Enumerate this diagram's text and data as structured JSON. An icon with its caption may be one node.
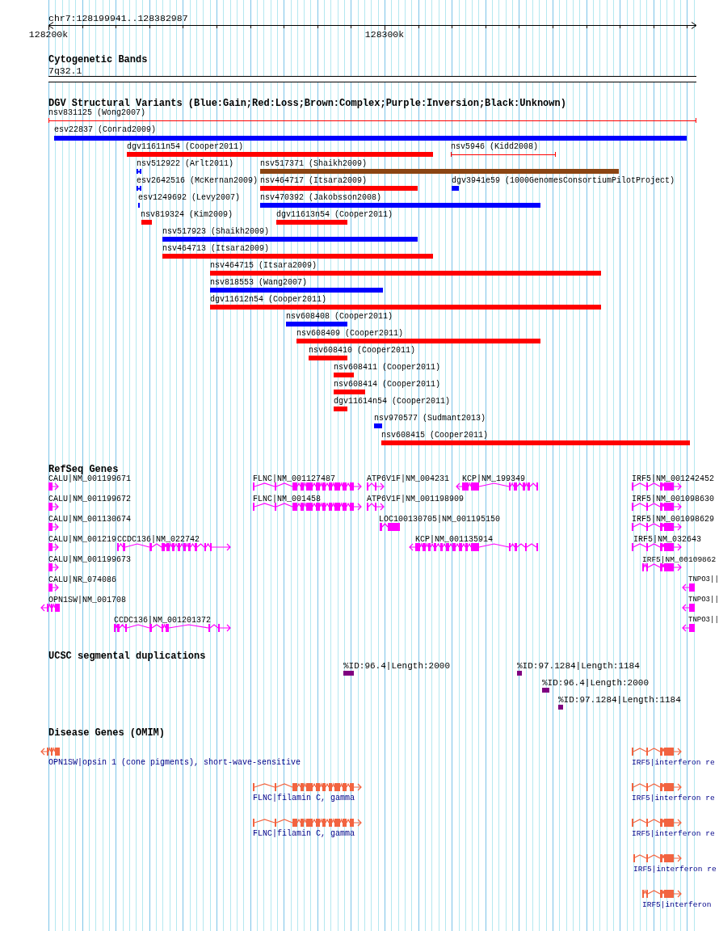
{
  "diagram": {
    "labels": [
      "chr7:128199941..128382987",
      "128200k",
      "128300k",
      "Cytogenetic Bands",
      "7q32.1",
      "DGV Structural Variants (Blue:Gain;Red:Loss;Brown:Complex;Purple:Inversion;Black:Unknown)",
      "nsv831125 (Wong2007)",
      "esv22837 (Conrad2009)",
      "dgv11611n54 (Cooper2011)",
      "nsv5946 (Kidd2008)",
      "nsv512922 (Arlt2011)",
      "nsv517371 (Shaikh2009)",
      "esv2642516 (McKernan2009)",
      "nsv464717 (Itsara2009)",
      "dgv3941e59 (1000GenomesConsortiumPilotProject)",
      "esv1249692 (Levy2007)",
      "nsv470392 (Jakobsson2008)",
      "nsv819324 (Kim2009)",
      "dgv11613n54 (Cooper2011)",
      "nsv517923 (Shaikh2009)",
      "nsv464713 (Itsara2009)",
      "nsv464715 (Itsara2009)",
      "nsv818553 (Wang2007)",
      "dgv11612n54 (Cooper2011)",
      "nsv608408 (Cooper2011)",
      "nsv608409 (Cooper2011)",
      "nsv608410 (Cooper2011)",
      "nsv608411 (Cooper2011)",
      "nsv608414 (Cooper2011)",
      "dgv11614n54 (Cooper2011)",
      "nsv970577 (Sudmant2013)",
      "nsv608415 (Cooper2011)",
      "RefSeq Genes",
      "CALU|NM_001199671",
      "FLNC|NM_001127487",
      "ATP6V1F|NM_004231",
      "KCP|NM_199349",
      "IRF5|NM_001242452",
      "CALU|NM_001199672",
      "FLNC|NM_001458",
      "ATP6V1F|NM_001198909",
      "IRF5|NM_001098630",
      "CALU|NM_001130674",
      "LOC100130705|NM_001195150",
      "IRF5|NM_001098629",
      "CALU|NM_001219",
      "CCDC136|NM_022742",
      "KCP|NM_001135914",
      "IRF5|NM_032643",
      "CALU|NM_001199673",
      "IRF5|NM_00109862",
      "CALU|NR_074086",
      "TNPO3||",
      "OPN1SW|NM_001708",
      "TNPO3||",
      "CCDC136|NM_001201372",
      "TNPO3||",
      "UCSC segmental duplications",
      "%ID:96.4|Length:2000",
      "%ID:97.1284|Length:1184",
      "%ID:96.4|Length:2000",
      "%ID:97.1284|Length:1184",
      "Disease Genes (OMIM)",
      "OPN1SW|opsin 1 (cone pigments), short-wave-sensitive",
      "IRF5|interferon re",
      "FLNC|filamin C, gamma",
      "IRF5|interferon re",
      "FLNC|filamin C, gamma",
      "IRF5|interferon re",
      "IRF5|interferon re",
      "IRF5|interferon"
    ]
  }
}
